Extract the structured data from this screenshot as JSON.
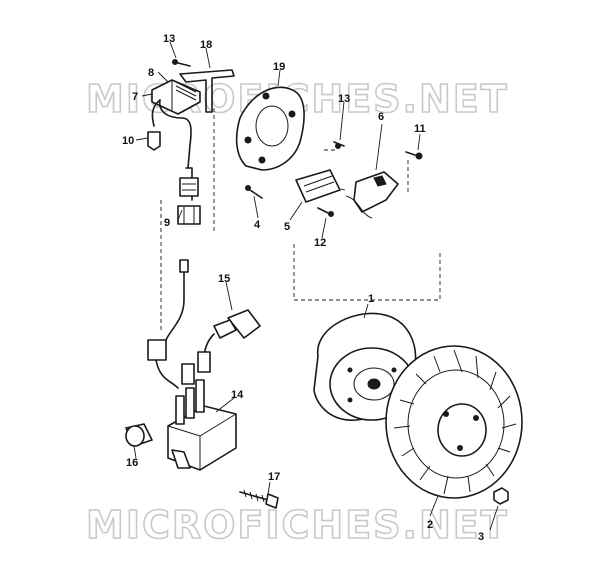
{
  "watermarks": [
    "MICROFICHES.NET",
    "MICROFICHES.NET"
  ],
  "callouts": [
    {
      "id": "1",
      "label": "1"
    },
    {
      "id": "2",
      "label": "2"
    },
    {
      "id": "3",
      "label": "3"
    },
    {
      "id": "4",
      "label": "4"
    },
    {
      "id": "5",
      "label": "5"
    },
    {
      "id": "6",
      "label": "6"
    },
    {
      "id": "7",
      "label": "7"
    },
    {
      "id": "8",
      "label": "8"
    },
    {
      "id": "9",
      "label": "9"
    },
    {
      "id": "10",
      "label": "10"
    },
    {
      "id": "11",
      "label": "11"
    },
    {
      "id": "12",
      "label": "12"
    },
    {
      "id": "13a",
      "label": "13"
    },
    {
      "id": "13b",
      "label": "13"
    },
    {
      "id": "14",
      "label": "14"
    },
    {
      "id": "15",
      "label": "15"
    },
    {
      "id": "16",
      "label": "16"
    },
    {
      "id": "17",
      "label": "17"
    },
    {
      "id": "18",
      "label": "18"
    },
    {
      "id": "19",
      "label": "19"
    }
  ]
}
